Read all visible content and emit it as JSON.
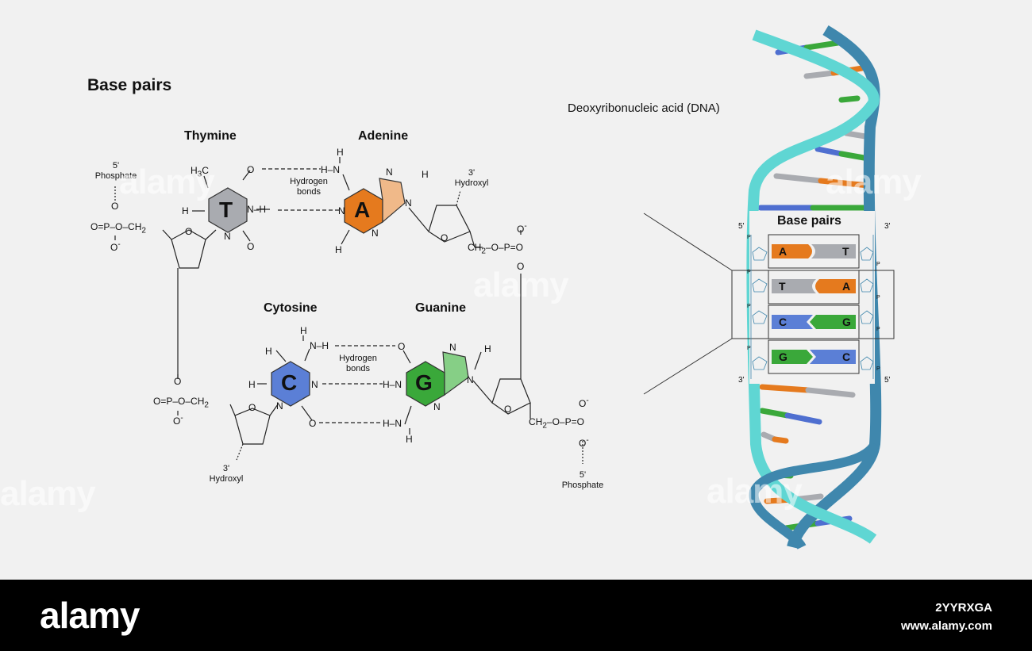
{
  "title": "Base pairs",
  "dna_title": "Deoxyribonucleic acid (DNA)",
  "inset_title": "Base pairs",
  "bases": {
    "thymine": "Thymine",
    "adenine": "Adenine",
    "cytosine": "Cytosine",
    "guanine": "Guanine"
  },
  "letters": {
    "t": "T",
    "a": "A",
    "c": "C",
    "g": "G"
  },
  "labels": {
    "five_prime": "5'",
    "three_prime": "3'",
    "phosphate": "Phosphate",
    "hydroxyl": "Hydroxyl",
    "hydrogen": "Hydrogen",
    "bonds": "bonds",
    "p": "P"
  },
  "pairs": [
    {
      "left": "A",
      "right": "T"
    },
    {
      "left": "T",
      "right": "A"
    },
    {
      "left": "C",
      "right": "G"
    },
    {
      "left": "G",
      "right": "C"
    }
  ],
  "colors": {
    "thymine": "#a9abb0",
    "adenine": "#e57a1e",
    "adenine_light": "#f0b989",
    "cytosine": "#5b7fd6",
    "guanine": "#3aa83a",
    "guanine_light": "#86cf86",
    "backbone_light": "#5fd6d3",
    "backbone_dark": "#3f87ad"
  },
  "watermark": "alamy",
  "footer": {
    "logo": "alamy",
    "image_id": "2YYRXGA",
    "url": "www.alamy.com"
  }
}
